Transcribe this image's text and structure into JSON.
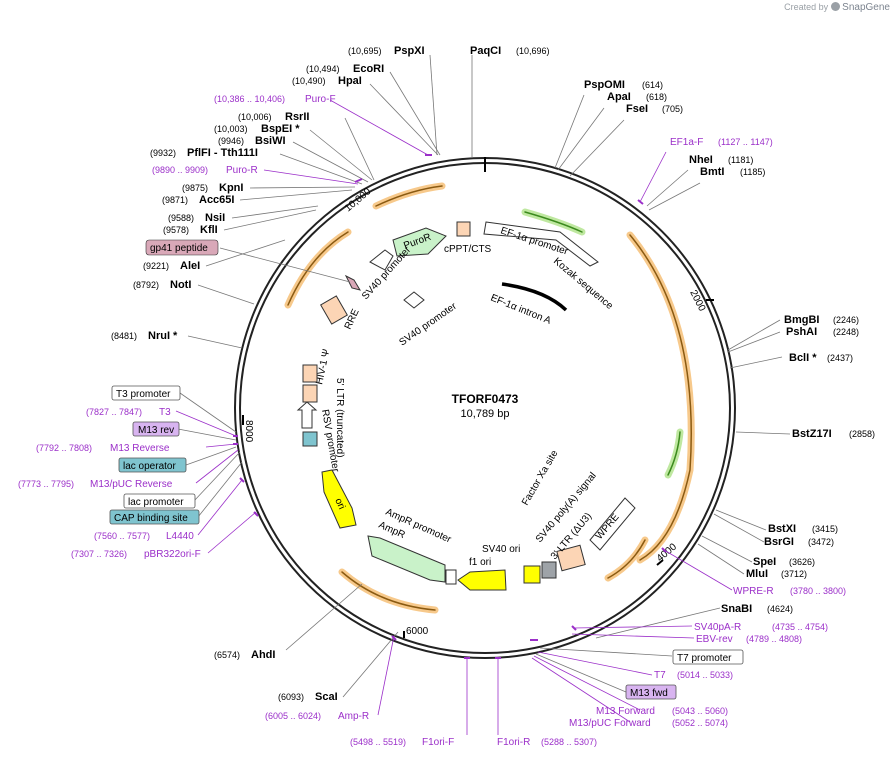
{
  "brand": {
    "prefix": "Created by",
    "name": "SnapGene"
  },
  "plasmid": {
    "name": "TFORF0473",
    "length_label": "10,789 bp"
  },
  "ticks": [
    "2000",
    "4000",
    "6000",
    "8000",
    "10,000"
  ],
  "enzymes_right": [
    {
      "name": "PspOMI",
      "pos": "(614)"
    },
    {
      "name": "ApaI",
      "pos": "(618)"
    },
    {
      "name": "FseI",
      "pos": "(705)"
    },
    {
      "name": "NheI",
      "pos": "(1181)"
    },
    {
      "name": "BmtI",
      "pos": "(1185)"
    },
    {
      "name": "BmgBI",
      "pos": "(2246)"
    },
    {
      "name": "PshAI",
      "pos": "(2248)"
    },
    {
      "name": "BclI *",
      "pos": "(2437)"
    },
    {
      "name": "BstZ17I",
      "pos": "(2858)"
    },
    {
      "name": "BstXI",
      "pos": "(3415)"
    },
    {
      "name": "BsrGI",
      "pos": "(3472)"
    },
    {
      "name": "SpeI",
      "pos": "(3626)"
    },
    {
      "name": "MluI",
      "pos": "(3712)"
    },
    {
      "name": "SnaBI",
      "pos": "(4624)"
    }
  ],
  "enzymes_left": [
    {
      "name": "PspXI",
      "pos": "(10,695)"
    },
    {
      "name": "EcoRI",
      "pos": "(10,494)"
    },
    {
      "name": "HpaI",
      "pos": "(10,490)"
    },
    {
      "name": "RsrII",
      "pos": "(10,006)"
    },
    {
      "name": "BspEI *",
      "pos": "(10,003)"
    },
    {
      "name": "BsiWI",
      "pos": "(9946)"
    },
    {
      "name": "PflFI - Tth111I",
      "pos": "(9932)"
    },
    {
      "name": "KpnI",
      "pos": "(9875)"
    },
    {
      "name": "Acc65I",
      "pos": "(9871)"
    },
    {
      "name": "NsiI",
      "pos": "(9588)"
    },
    {
      "name": "KflI",
      "pos": "(9578)"
    },
    {
      "name": "AleI",
      "pos": "(9221)"
    },
    {
      "name": "NotI",
      "pos": "(8792)"
    },
    {
      "name": "NruI *",
      "pos": "(8481)"
    },
    {
      "name": "AhdI",
      "pos": "(6574)"
    },
    {
      "name": "ScaI",
      "pos": "(6093)"
    }
  ],
  "enzyme_top": {
    "name": "PaqCI",
    "pos": "(10,696)"
  },
  "primers": [
    {
      "name": "Puro-F",
      "pos": "(10,386 .. 10,406)"
    },
    {
      "name": "Puro-R",
      "pos": "(9890 .. 9909)"
    },
    {
      "name": "EF1a-F",
      "pos": "(1127 .. 1147)"
    },
    {
      "name": "T3",
      "pos": "(7827 .. 7847)"
    },
    {
      "name": "M13 Reverse",
      "pos": "(7792 .. 7808)"
    },
    {
      "name": "M13/pUC Reverse",
      "pos": "(7773 .. 7795)"
    },
    {
      "name": "L4440",
      "pos": "(7560 .. 7577)"
    },
    {
      "name": "pBR322ori-F",
      "pos": "(7307 .. 7326)"
    },
    {
      "name": "WPRE-R",
      "pos": "(3780 .. 3800)"
    },
    {
      "name": "SV40pA-R",
      "pos": "(4735 .. 4754)"
    },
    {
      "name": "EBV-rev",
      "pos": "(4789 .. 4808)"
    },
    {
      "name": "T7",
      "pos": "(5014 .. 5033)"
    },
    {
      "name": "M13 Forward",
      "pos": "(5043 .. 5060)"
    },
    {
      "name": "M13/pUC Forward",
      "pos": "(5052 .. 5074)"
    },
    {
      "name": "Amp-R",
      "pos": "(6005 .. 6024)"
    },
    {
      "name": "F1ori-F",
      "pos": "(5498 .. 5519)"
    },
    {
      "name": "F1ori-R",
      "pos": "(5288 .. 5307)"
    }
  ],
  "boxed": {
    "gp41": "gp41 peptide",
    "t3_promoter": "T3 promoter",
    "m13_rev": "M13 rev",
    "lac_operator": "lac operator",
    "lac_promoter": "lac promoter",
    "cap_site": "CAP binding site",
    "t7_promoter": "T7 promoter",
    "m13_fwd": "M13 fwd"
  },
  "features": {
    "puror": "PuroR",
    "cppt": "cPPT/CTS",
    "ef1a_promoter": "EF-1α promoter",
    "kozak": "Kozak sequence",
    "ef1a_intron": "EF-1α intron A",
    "sv40_promoter_outer": "SV40 promoter",
    "sv40_promoter_inner": "SV40 promoter",
    "rre": "RRE",
    "hiv_psi": "HIV-1 Ψ",
    "ltr5": "5' LTR (truncated)",
    "rsv": "RSV promoter",
    "ori": "ori",
    "ampr_promoter": "AmpR promoter",
    "ampr": "AmpR",
    "f1ori": "f1 ori",
    "sv40ori": "SV40 ori",
    "factor_xa": "Factor Xa site",
    "sv40_polya": "SV40 poly(A) signal",
    "ltr3": "3' LTR (ΔU3)",
    "wpre": "WPRE"
  },
  "colors": {
    "ring": "#222222",
    "orf_fill": "#f7c98b",
    "orf_line": "#8a5a12",
    "green_fill": "#bfe8a0",
    "green_line": "#3c8a1e",
    "primer": "#9b2fc9",
    "promoter_fill": "#c9f2c9",
    "ori_fill": "#ffff00",
    "box_peach": "#fcd5b5",
    "box_gray": "#9ea3a8",
    "lac_fill": "#7fc4cf",
    "gp41_fill": "#d9a8b8",
    "m13_fill": "#d8b4f0"
  }
}
